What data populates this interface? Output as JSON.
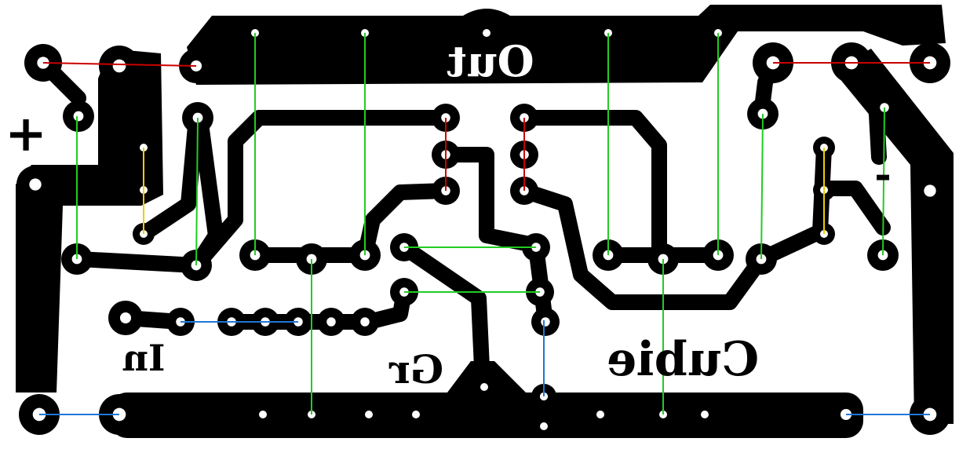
{
  "board": {
    "background": "#ffffff",
    "copper_color": "#000000",
    "pad_hole_color": "#ffffff"
  },
  "labels": {
    "out": "Out",
    "input": "In",
    "ground": "Gr",
    "brand": "Cubie",
    "plus": "+",
    "minus": "-"
  },
  "jumper_colors": {
    "red": "#cc0000",
    "green": "#22cc22",
    "yellow": "#e8d000",
    "blue": "#1e78d8"
  }
}
